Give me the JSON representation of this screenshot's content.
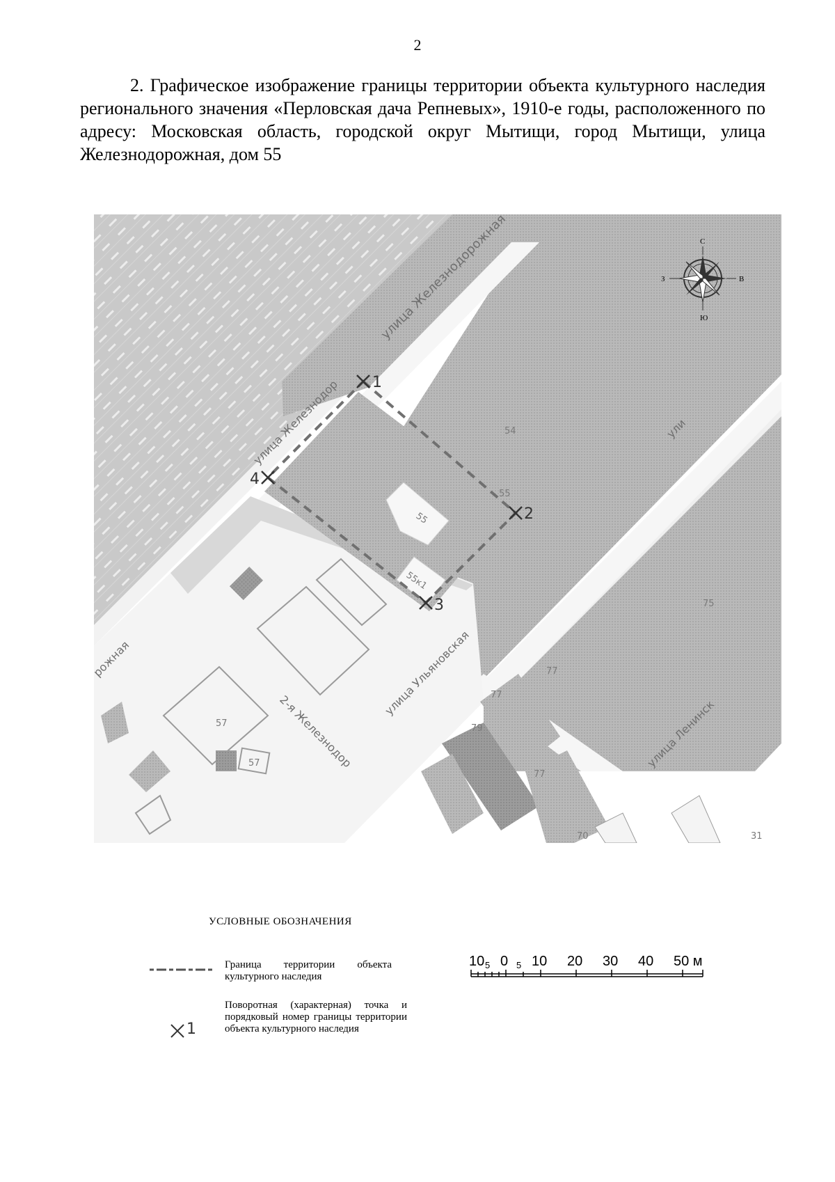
{
  "page_number": "2",
  "heading": "2. Графическое изображение границы территории объекта культурного наследия регионального значения «Перловская дача Репневых», 1910-е годы, расположенного по адресу: Московская область, городской округ Мытищи, город Мытищи, улица Железнодорожная, дом 55",
  "map": {
    "compass": {
      "north": "С",
      "south": "Ю",
      "west": "З",
      "east": "В"
    },
    "streets": {
      "zheleznodorozhnaya_top": "улица Железнодорожная",
      "zheleznodorozhnaya_mid": "улица Железнодор",
      "zheleznodorozhnaya_left": "рожная",
      "zheleznodorozhnaya_2nd": "2-я Железнодор",
      "ulyanovskaya": "улица Ульяновская",
      "leninskaya": "улица Ленинск",
      "uli_fragment": "ули"
    },
    "building_numbers": {
      "b54": "54",
      "b55": "55",
      "b55k1": "55к1",
      "b55_lot": "55",
      "b75": "75",
      "b77": "77",
      "b57": "57",
      "b57b": "57",
      "b77b": "77",
      "b79": "79",
      "b77c": "77",
      "b70": "70",
      "b31": "31"
    },
    "points": [
      "1",
      "2",
      "3",
      "4"
    ]
  },
  "legend": {
    "title": "УСЛОВНЫЕ ОБОЗНАЧЕНИЯ",
    "boundary_text": "Граница территории объекта культурного наследия",
    "point_symbol": "1",
    "point_text": "Поворотная (характерная) точка и порядковый номер границы территории объекта культурного наследия"
  },
  "scale": {
    "labels": [
      "10",
      "5",
      "0",
      "5",
      "10",
      "20",
      "30",
      "40",
      "50 м"
    ]
  }
}
